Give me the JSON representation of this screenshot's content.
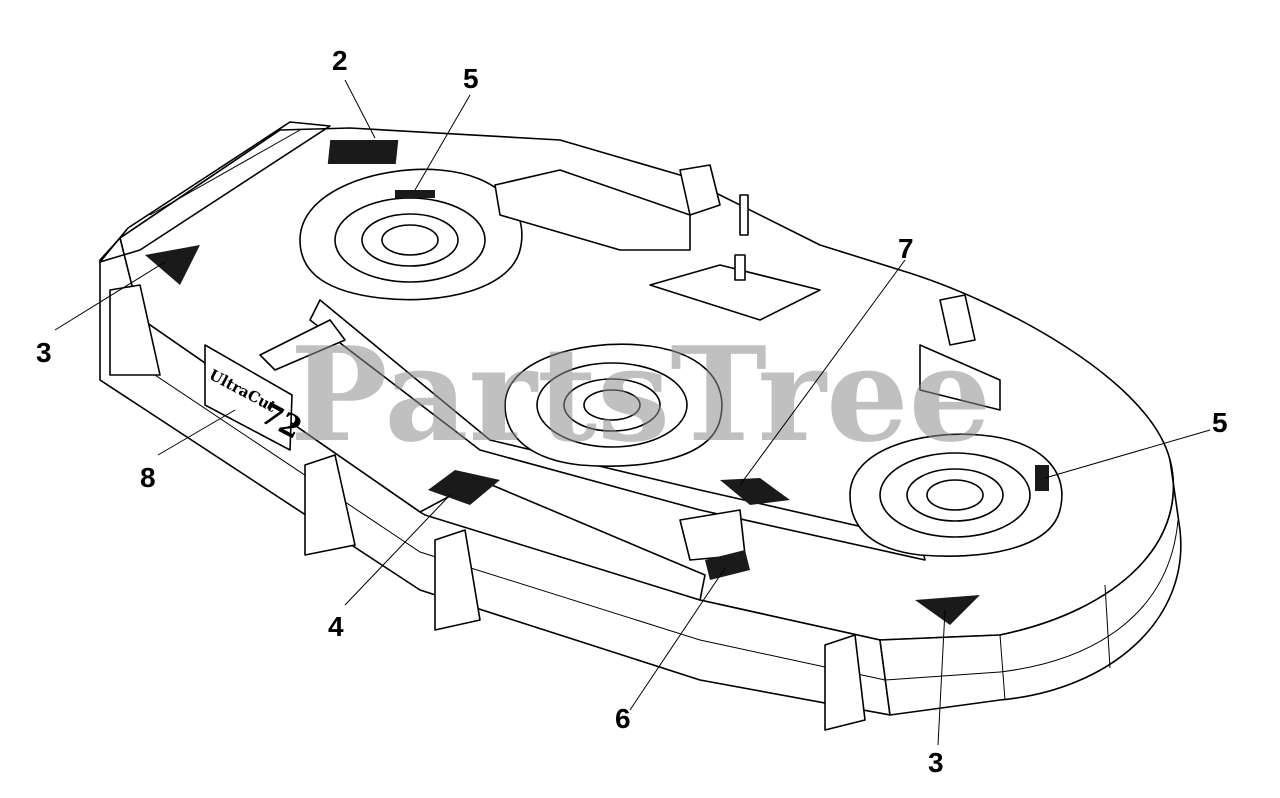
{
  "watermark": "PartsTree",
  "logo": {
    "name": "UltraCut",
    "number": "72"
  },
  "callouts": [
    {
      "label": "2"
    },
    {
      "label": "5"
    },
    {
      "label": "3"
    },
    {
      "label": "8"
    },
    {
      "label": "4"
    },
    {
      "label": "7"
    },
    {
      "label": "5"
    },
    {
      "label": "6"
    },
    {
      "label": "3"
    }
  ]
}
